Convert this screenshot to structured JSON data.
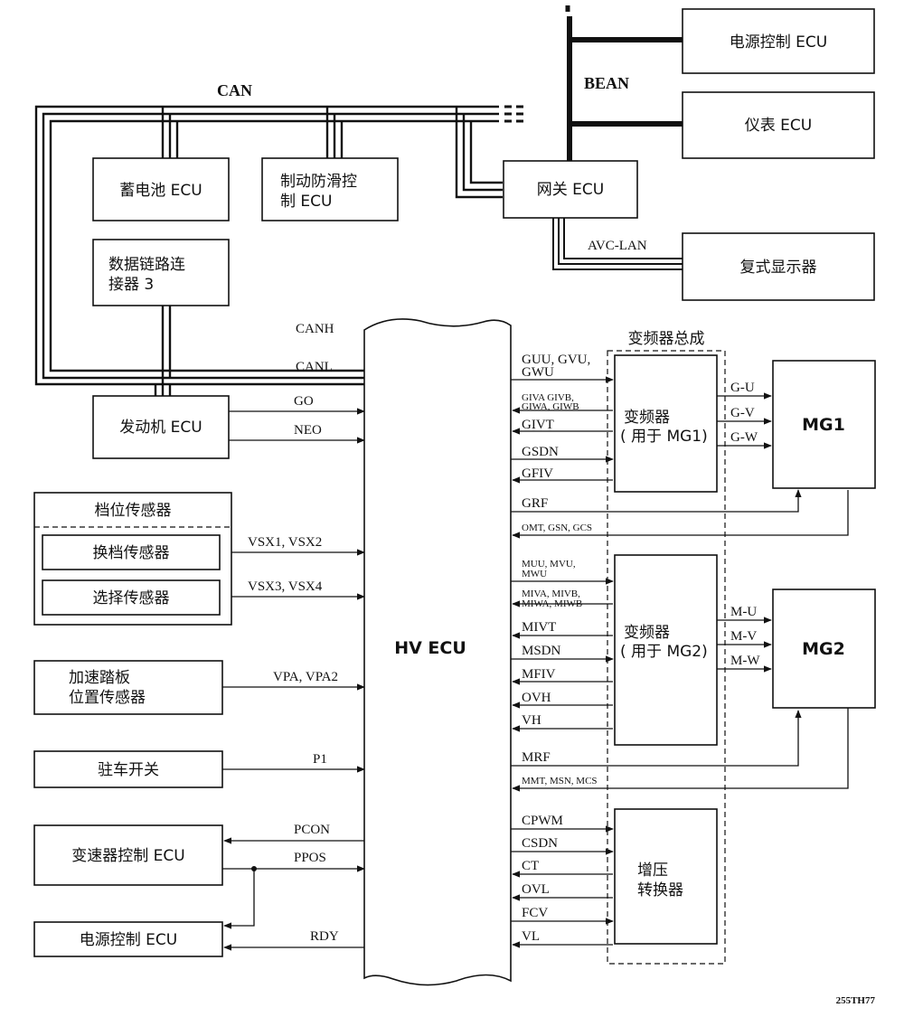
{
  "boxes": {
    "power_ecu_top": "电源控制 ECU",
    "meter_ecu": "仪表 ECU",
    "gateway_ecu": "网关 ECU",
    "multi_display": "复式显示器",
    "battery_ecu": "蓄电池 ECU",
    "brake_ecu_1": "制动防滑控",
    "brake_ecu_2": "制 ECU",
    "dlc3_1": "数据链路连",
    "dlc3_2": "接器 3",
    "engine_ecu": "发动机 ECU",
    "shift_sensor_group": "档位传感器",
    "shift_sensor": "换档传感器",
    "select_sensor": "选择传感器",
    "accel_sensor_1": "加速踏板",
    "accel_sensor_2": "位置传感器",
    "park_switch": "驻车开关",
    "trans_ecu": "变速器控制 ECU",
    "power_ecu_bottom": "电源控制 ECU",
    "hv_ecu": "HV ECU",
    "inverter_assembly": "变频器总成",
    "inv1_1": "变频器",
    "inv1_2": "( 用于 MG1)",
    "inv2_1": "变频器",
    "inv2_2": "( 用于 MG2)",
    "boost_1": "增压",
    "boost_2": "转换器",
    "mg1": "MG1",
    "mg2": "MG2"
  },
  "buses": {
    "can": "CAN",
    "bean": "BEAN",
    "avc_lan": "AVC-LAN",
    "canh": "CANH",
    "canl": "CANL"
  },
  "signals_left": {
    "go": "GO",
    "neo": "NEO",
    "vsx12": "VSX1, VSX2",
    "vsx34": "VSX3, VSX4",
    "vpa": "VPA, VPA2",
    "p1": "P1",
    "pcon": "PCON",
    "ppos": "PPOS",
    "rdy": "RDY"
  },
  "signals_right": {
    "guu_1": "GUU, GVU,",
    "guu_2": "GWU",
    "giva_1": "GIVA GIVB,",
    "giva_2": "GIWA, GIWB",
    "givt": "GIVT",
    "gsdn": "GSDN",
    "gfiv": "GFIV",
    "grf": "GRF",
    "omt": "OMT, GSN, GCS",
    "muu_1": "MUU, MVU,",
    "muu_2": "MWU",
    "miva_1": "MIVA, MIVB,",
    "miva_2": "MIWA, MIWB",
    "mivt": "MIVT",
    "msdn": "MSDN",
    "mfiv": "MFIV",
    "ovh": "OVH",
    "vh": "VH",
    "mrf": "MRF",
    "mmt": "MMT, MSN, MCS",
    "cpwm": "CPWM",
    "csdn": "CSDN",
    "ct": "CT",
    "ovl": "OVL",
    "fcv": "FCV",
    "vl": "VL",
    "gu": "G-U",
    "gv": "G-V",
    "gw": "G-W",
    "mu": "M-U",
    "mv": "M-V",
    "mw": "M-W"
  },
  "figure_code": "255TH77"
}
